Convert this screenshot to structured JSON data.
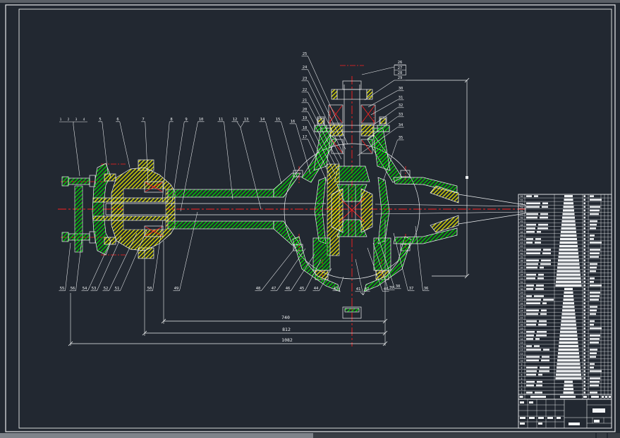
{
  "app": {
    "background": "#222831",
    "top_edge_color": "#5a5f66",
    "scrollbar_track": "#383d44",
    "scrollbar_thumb": "#7e838a"
  },
  "colors": {
    "outline": "#eef0f2",
    "hatch_green": "#00d400",
    "hatch_yellow": "#e8e800",
    "centerline_red": "#ff2020",
    "frame_white": "#e8eaec"
  },
  "callouts": {
    "top_row": [
      "1",
      "2",
      "3",
      "4",
      "5",
      "6",
      "7",
      "8",
      "9",
      "10",
      "11",
      "12",
      "13",
      "14",
      "15",
      "16"
    ],
    "left_stack": [
      "17",
      "18",
      "19",
      "20",
      "21",
      "22",
      "23",
      "24",
      "25"
    ],
    "right_stack": [
      "26",
      "27",
      "28",
      "29",
      "30",
      "31",
      "32",
      "33",
      "34",
      "35"
    ],
    "bottom_left": [
      "49",
      "50",
      "51",
      "52",
      "53",
      "54",
      "55",
      "56"
    ],
    "bottom_right": [
      "36",
      "37",
      "38",
      "39",
      "40",
      "41",
      "42",
      "43",
      "44",
      "45",
      "46",
      "47",
      "48"
    ]
  },
  "dimensions": {
    "inner_span": "740",
    "mid_span": "812",
    "total_span": "1082"
  },
  "bom": {
    "row_numbers": [
      "56",
      "55",
      "54",
      "53",
      "52",
      "51",
      "50",
      "49",
      "48",
      "47",
      "46",
      "45",
      "44",
      "43",
      "42",
      "41",
      "40",
      "39",
      "38",
      "37",
      "36",
      "35",
      "34",
      "33",
      "32",
      "31",
      "30",
      "29",
      "28",
      "27",
      "26",
      "25",
      "24",
      "23",
      "22",
      "21",
      "20",
      "19",
      "18",
      "17",
      "16",
      "15",
      "14",
      "13",
      "12",
      "11",
      "10",
      "9",
      "8",
      "7",
      "6",
      "5",
      "4",
      "3",
      "2",
      "1"
    ]
  }
}
